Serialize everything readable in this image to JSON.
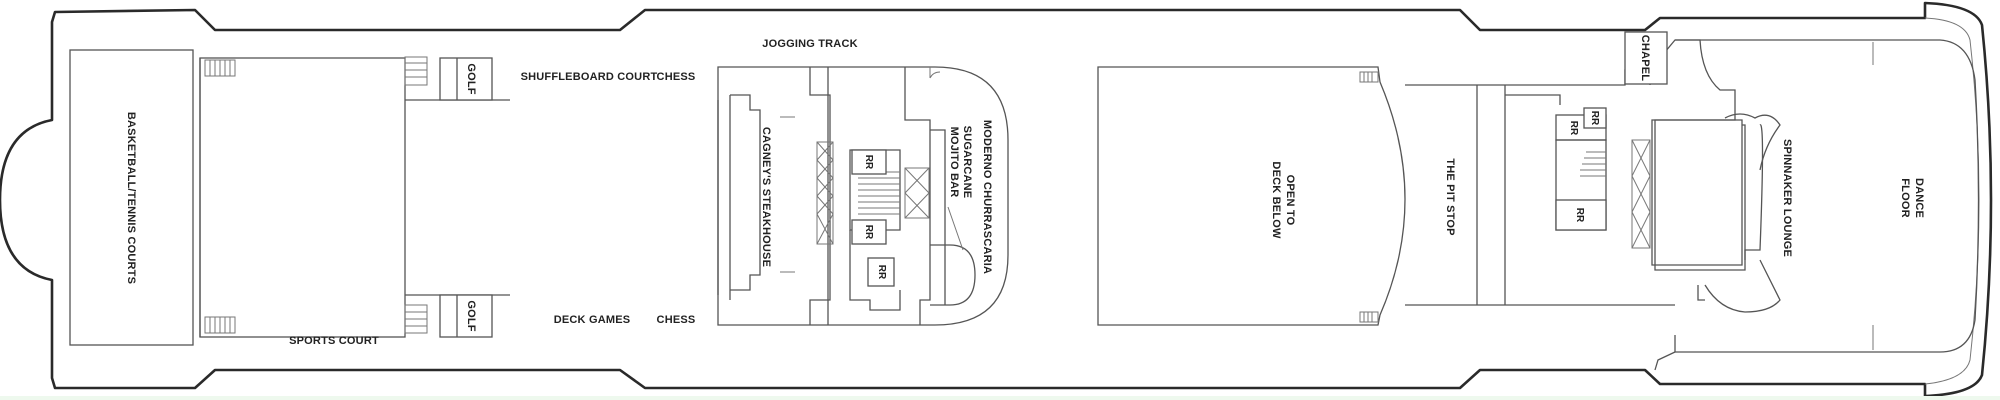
{
  "deck": {
    "areas": {
      "basketball": "BASKETBALL/TENNIS COURTS",
      "sports_court": "SPORTS COURT",
      "golf_top": "GOLF",
      "golf_bottom": "GOLF",
      "shuffleboard": "SHUFFLEBOARD COURT",
      "chess_top": "CHESS",
      "chess_bottom": "CHESS",
      "deck_games": "DECK GAMES",
      "jogging_track": "JOGGING TRACK",
      "cagneys": "CAGNEY'S STEAKHOUSE",
      "rr_1": "RR",
      "rr_2": "RR",
      "rr_3": "RR",
      "sugarcane_1": "SUGARCANE",
      "sugarcane_2": "MOJITO BAR",
      "moderno": "MODERNO CHURRASCARIA",
      "open_deck_1": "OPEN TO",
      "open_deck_2": "DECK BELOW",
      "pit_stop": "THE PIT STOP",
      "chapel": "CHAPEL",
      "rr_4": "RR",
      "rr_5": "RR",
      "rr_6": "RR",
      "spinnaker": "SPINNAKER LOUNGE",
      "dance_1": "DANCE",
      "dance_2": "FLOOR"
    },
    "colors": {
      "hull": "#2a2a2a",
      "walls": "#555555",
      "text": "#222222"
    }
  }
}
